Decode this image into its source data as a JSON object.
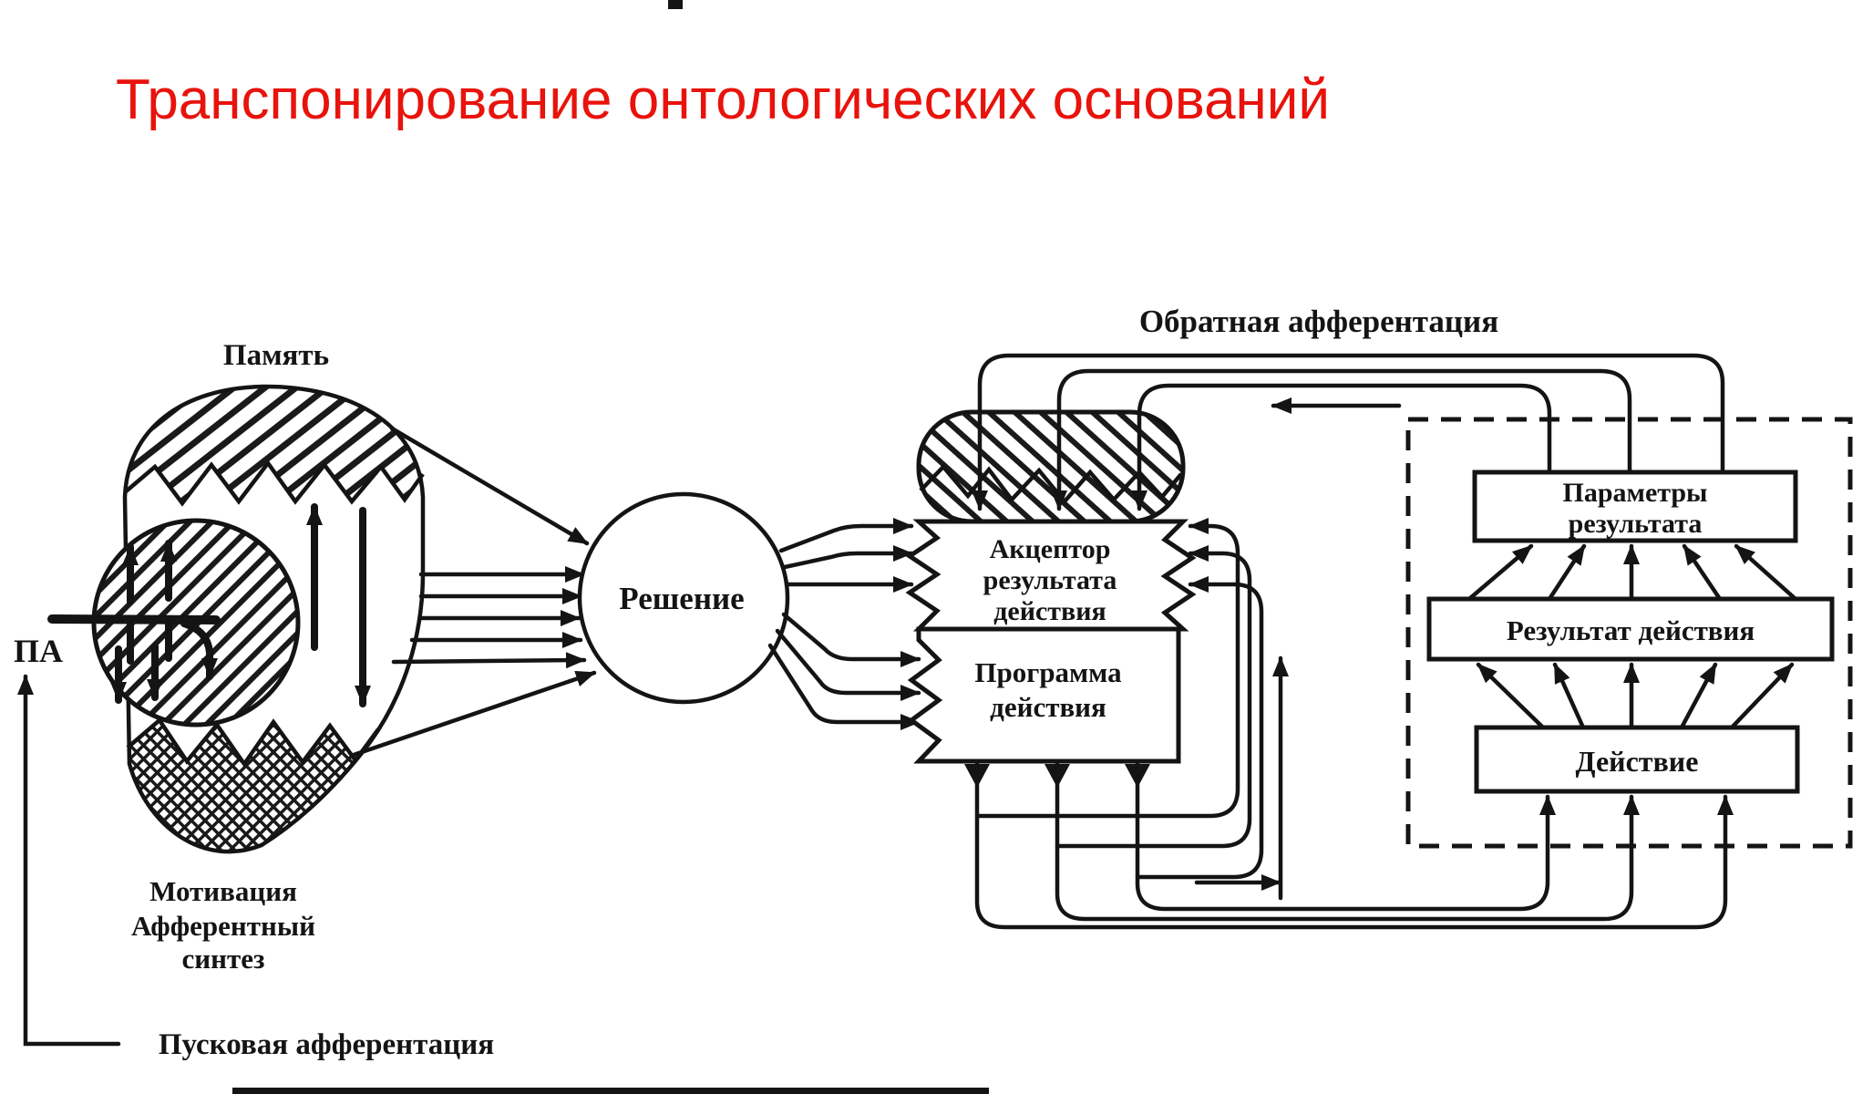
{
  "slide": {
    "title": "Транспонирование онтологических оснований"
  },
  "colors": {
    "title": "#e8130c",
    "ink": "#141414",
    "paper": "#ffffff"
  },
  "diagram": {
    "memory_label": "Память",
    "pa_label": "ПА",
    "decision_label": "Решение",
    "feedback_label": "Обратная афферентация",
    "acceptor_lines": [
      "Акцептор",
      "результата",
      "действия"
    ],
    "program_lines": [
      "Программа",
      "действия"
    ],
    "params_lines": [
      "Параметры",
      "результата"
    ],
    "result_label": "Результат действия",
    "action_label": "Действие",
    "motivation_lines": [
      "Мотивация",
      "Афферентный",
      "синтез"
    ],
    "trigger_label": "Пусковая афферентация"
  }
}
